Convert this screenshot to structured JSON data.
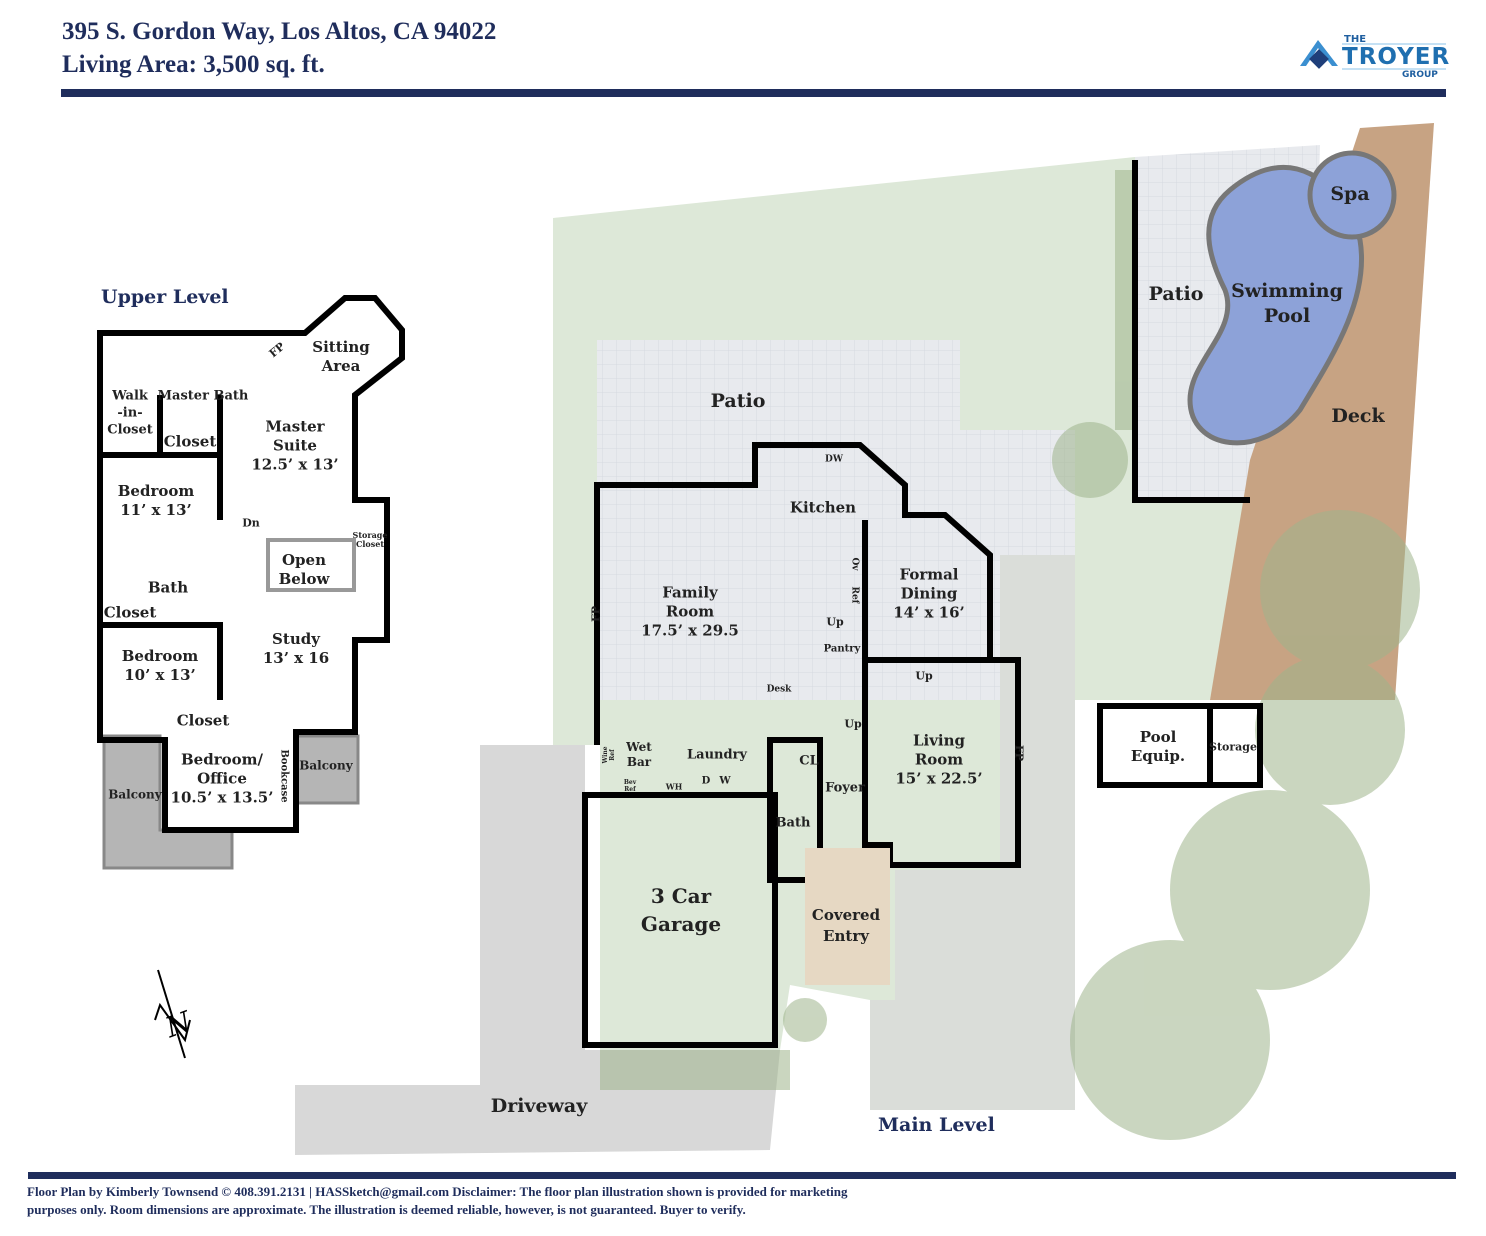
{
  "header": {
    "address": "395 S. Gordon Way, Los Altos, CA 94022",
    "living_area": "Living Area: 3,500 sq. ft."
  },
  "logo": {
    "line1": "THE",
    "line2": "TROYER",
    "line3": "GROUP"
  },
  "colors": {
    "navy": "#1f2d5c",
    "lawn": "#dde8d8",
    "patio": "#e7e9ee",
    "deck": "#c7a383",
    "pool": "#8da2d8",
    "balcony": "#b5b5b5",
    "fixture": "#a9c0e3"
  },
  "upper_level": {
    "title": "Upper Level",
    "rooms": {
      "sitting_area": "Sitting\nArea",
      "fp": "FP",
      "master_bath": "Master Bath",
      "walk_in_closet": "Walk\n-in-\nCloset",
      "closet1": "Closet",
      "master_suite": "Master\nSuite\n12.5’ x 13’",
      "bedroom1": "Bedroom\n11’ x 13’",
      "dn": "Dn",
      "storage_closet": "Storage\nCloset",
      "open_below": "Open\nBelow",
      "bath": "Bath",
      "closet2": "Closet",
      "study": "Study\n13’ x 16",
      "bedroom2": "Bedroom\n10’ x 13’",
      "closet3": "Closet",
      "bedroom_office": "Bedroom/\nOffice\n10.5’ x 13.5’",
      "bookcase": "Bookcase",
      "balcony1": "Balcony",
      "balcony2": "Balcony"
    }
  },
  "main_level": {
    "title": "Main Level",
    "rooms": {
      "patio_main": "Patio",
      "patio_pool": "Patio",
      "swimming_pool": "Swimming\nPool",
      "spa": "Spa",
      "deck": "Deck",
      "kitchen": "Kitchen",
      "dw": "DW",
      "family_room": "Family\nRoom\n17.5’ x 29.5",
      "fp_family": "FP",
      "formal_dining": "Formal\nDining\n14’ x 16’",
      "ov": "Ov",
      "ref": "Ref",
      "up1": "Up",
      "up2": "Up",
      "up3": "Up",
      "pantry": "Pantry",
      "desk": "Desk",
      "living_room": "Living\nRoom\n15’ x 22.5’",
      "fp_living": "FP",
      "wet_bar": "Wet\nBar",
      "wine_ref": "Wine\nRef",
      "bev_ref": "Bev\nRef",
      "wh": "WH",
      "laundry": "Laundry",
      "dryer": "D",
      "washer": "W",
      "cl": "CL",
      "foyer": "Foyer",
      "bath": "Bath",
      "garage": "3 Car\nGarage",
      "covered_entry": "Covered\nEntry",
      "pool_equip": "Pool\nEquip.",
      "storage": "Storage",
      "driveway": "Driveway"
    }
  },
  "compass": {
    "label": "N"
  },
  "footer": {
    "line1": "Floor Plan by Kimberly Townsend ©   408.391.2131    |    HASSketch@gmail.com  Disclaimer: The floor plan illustration shown is provided for marketing",
    "line2": "purposes only. Room dimensions are approximate. The illustration is deemed reliable, however, is not guaranteed. Buyer to verify."
  }
}
